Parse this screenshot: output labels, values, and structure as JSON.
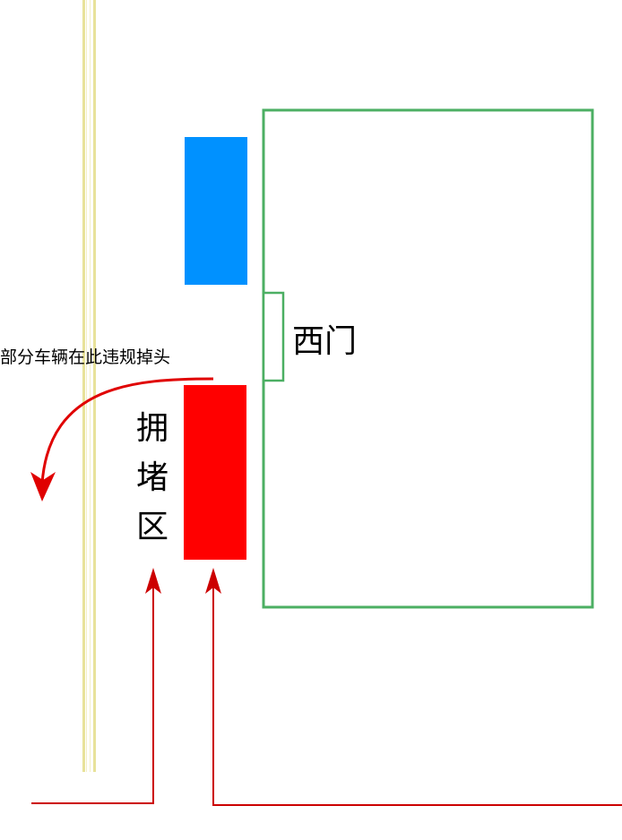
{
  "labels": {
    "west_gate": "西门",
    "congestion_zone": [
      "拥",
      "堵",
      "区"
    ],
    "illegal_uturn_note": "部分车辆在此违规掉头"
  },
  "colors": {
    "building_outline": "#4caf63",
    "blue_block": "#0091ff",
    "congestion_block": "#ff0000",
    "arrow_red": "#e00000",
    "road_centerline": "#e8e29a"
  }
}
